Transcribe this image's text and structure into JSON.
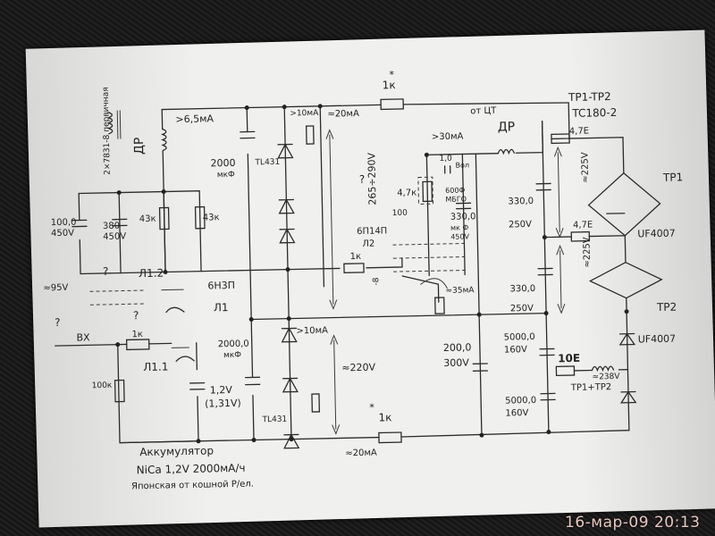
{
  "labels": {
    "choke_top": "ДР",
    "choke_primary": "2×7831-8 первичная",
    "i_65": ">6,5мА",
    "c_2000_top": "2000",
    "c_2000_top_unit": "мкФ",
    "tl431_top": "TL431",
    "i_10_top": ">10мА",
    "i_20_top": "≈20мА",
    "r_1k_top": "1к",
    "v_265_290": "265÷290V",
    "c_100": "100,0",
    "c_100_v": "450V",
    "c_380": "380",
    "c_380_v": "450V",
    "r_43k_a": "43к",
    "r_43k_b": "43к",
    "in_95": "≈95V",
    "l12": "Л1.2",
    "tube_6n3p": "6Н3П",
    "tube_l1": "Л1",
    "bx": "ВХ",
    "r_1k_in": "1к",
    "r_100k": "100к",
    "l11": "Л1.1",
    "c_1_2v": "1,2V",
    "c_1_31v": "(1,31V)",
    "c_2000_bot": "2000,0",
    "c_2000_bot_unit": "мкФ",
    "i_10_bot": ">10мА",
    "v_220": "≈220V",
    "tl431_bot": "TL431",
    "r_1k_bot": "1к",
    "i_20_bot": "≈20мА",
    "batt_title": "Аккумулятор",
    "batt_spec": "NiCa 1,2V 2000мА/ч",
    "batt_note": "Японская от кошной P/ел.",
    "from_ct": "от ЦТ",
    "choke_dr": "ДР",
    "i_30": ">30мА",
    "c_1_0": "1,0",
    "c_1_0_v": "Вол",
    "r_47k": "4,7к",
    "c_600": "600Ф",
    "c_600_b": "МБГО",
    "r_100": "100",
    "tube_6p14p": "6П14П",
    "tube_l2": "Л2",
    "r_1k_mid": "1к",
    "v_m8": "-8",
    "i_35": "≈35мА",
    "c_330_tube": "330,0",
    "c_330_tube_b": "мк Ф",
    "c_330_tube_v": "450V",
    "c_330_top": "330,0",
    "c_330_top_v": "250V",
    "c_330_mid": "330,0",
    "c_330_mid_v": "250V",
    "c_200": "200,0",
    "c_200_v": "300V",
    "c_5000_a": "5000,0",
    "c_5000_a_v": "160V",
    "c_5000_b": "5000,0",
    "c_5000_b_v": "160V",
    "r_10e": "10E",
    "v_238": "≈238V",
    "tr_sum": "TP1+TP2",
    "tr_title": "TP1-TP2",
    "tr_model": "TC180-2",
    "r_47e_a": "4,7E",
    "r_47e_b": "4,7E",
    "v_225_a": "≈225V",
    "v_225_b": "≈225V",
    "tp1": "TP1",
    "tp2": "TP2",
    "uf_a": "UF4007",
    "uf_b": "UF4007",
    "r_1k_dc": "1к",
    "star": "*",
    "q": "?"
  },
  "timestamp": "16-мар-09 20:13"
}
